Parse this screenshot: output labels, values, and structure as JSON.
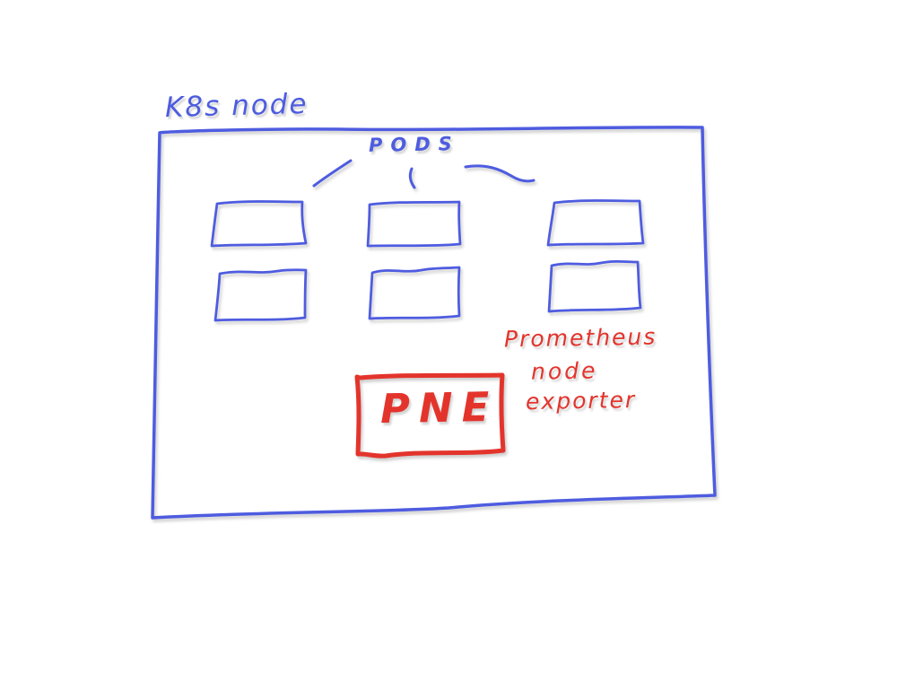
{
  "diagram": {
    "kind": "hand-drawn architecture sketch",
    "title": "K8s node",
    "pods": {
      "label": "PODS",
      "count": 6,
      "rows": 2,
      "columns": 3
    },
    "pne": {
      "label": "PNE",
      "caption_line1": "Prometheus",
      "caption_line2": "node",
      "caption_line3": "exporter"
    },
    "colors": {
      "ink_blue": "#4e5ce0",
      "ink_red": "#e3342c",
      "background": "#ffffff"
    }
  }
}
